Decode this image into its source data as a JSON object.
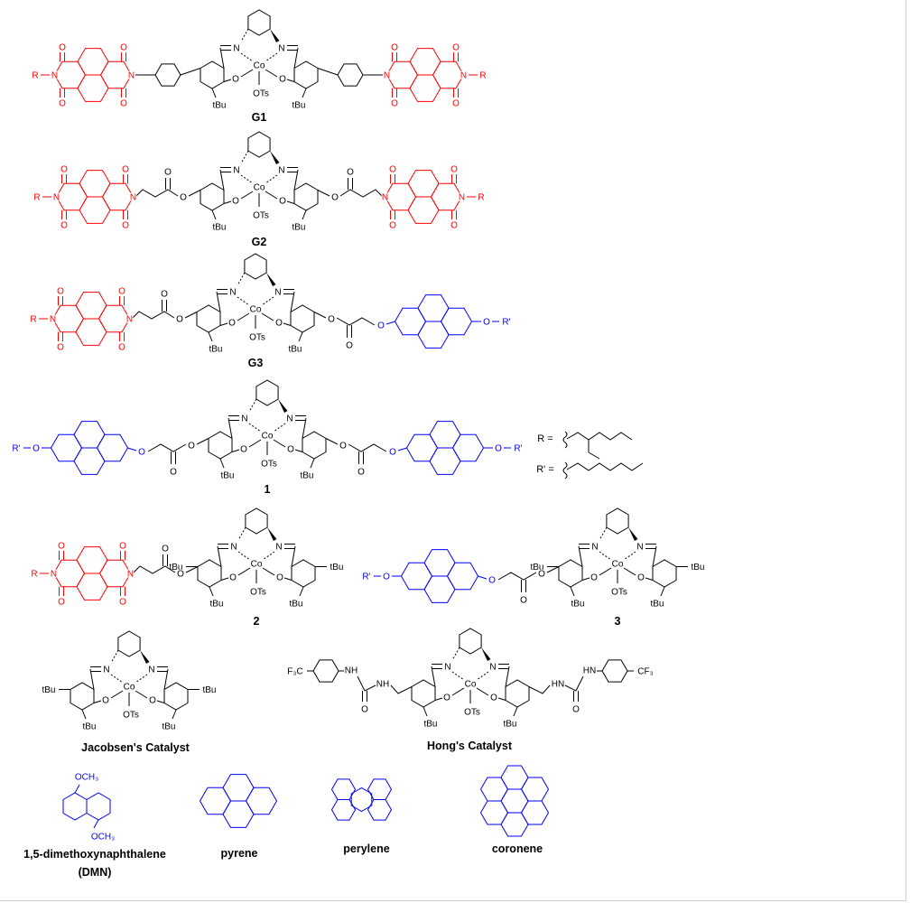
{
  "colors": {
    "black": "#000000",
    "red": "#ff0000",
    "blue": "#0000ff"
  },
  "atoms": {
    "N": "N",
    "Co": "Co",
    "O": "O",
    "OTs": "OTs",
    "tBu": "tBu",
    "R": "R",
    "Rp": "R'",
    "NH": "NH",
    "HN": "HN",
    "F3C": "F₃C",
    "CF3": "CF₃",
    "OCH3": "OCH₃"
  },
  "compounds": {
    "g1": "G1",
    "g2": "G2",
    "g3": "G3",
    "c1": "1",
    "c2": "2",
    "c3": "3",
    "jacobsen": "Jacobsen's Catalyst",
    "hong": "Hong's Catalyst"
  },
  "definitions": {
    "r": "R =",
    "rp": "R' ="
  },
  "references": {
    "dmn_line1": "1,5-dimethoxynaphthalene",
    "dmn_line2": "(DMN)",
    "pyrene": "pyrene",
    "perylene": "perylene",
    "coronene": "coronene"
  }
}
